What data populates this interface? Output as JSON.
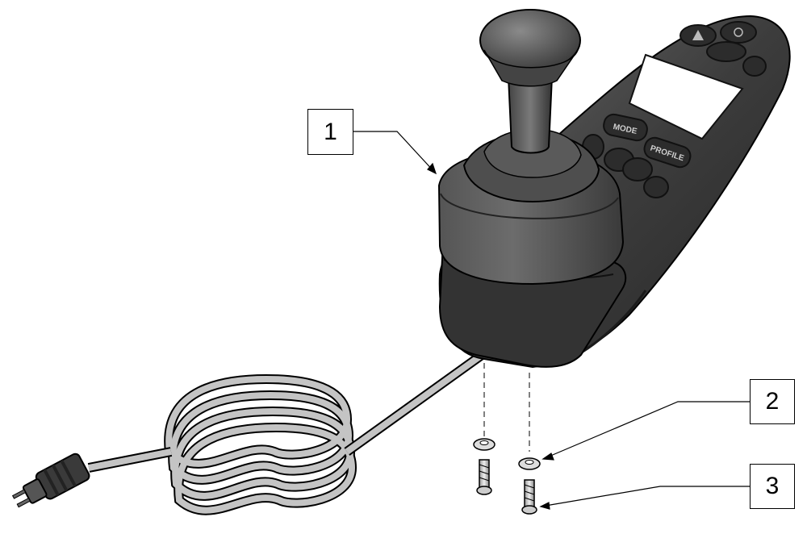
{
  "diagram": {
    "callouts": [
      {
        "id": "1",
        "label": "1"
      },
      {
        "id": "2",
        "label": "2"
      },
      {
        "id": "3",
        "label": "3"
      }
    ],
    "controller": {
      "button_mode": "MODE",
      "button_profile": "PROFILE"
    },
    "colors": {
      "body": "#3a3a3a",
      "body_light": "#5a5a5a",
      "cable": "#bdbdbd",
      "outline": "#000000"
    }
  }
}
